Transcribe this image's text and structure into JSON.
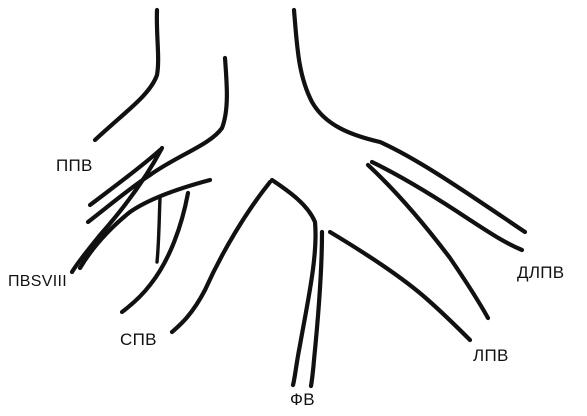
{
  "labels": {
    "ppv": "ППВ",
    "pbsviii": "ПВSVIII",
    "spv": "СПВ",
    "fv": "ФВ",
    "lpv": "ЛПВ",
    "dlpv": "ДЛПВ"
  },
  "colors": {
    "stroke": "#111111",
    "background": "#ffffff"
  }
}
